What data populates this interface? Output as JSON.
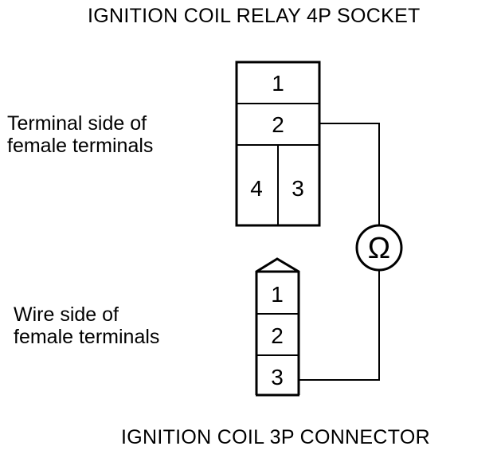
{
  "relay_socket": {
    "title": "IGNITION COIL RELAY 4P SOCKET",
    "side_label_line1": "Terminal side of",
    "side_label_line2": "female terminals",
    "terminals": [
      "1",
      "2",
      "4",
      "3"
    ]
  },
  "coil_connector": {
    "title": "IGNITION COIL 3P CONNECTOR",
    "side_label_line1": "Wire side of",
    "side_label_line2": "female terminals",
    "terminals": [
      "1",
      "2",
      "3"
    ]
  },
  "meter": {
    "symbol": "Ω",
    "icon": "ohmmeter-icon"
  }
}
